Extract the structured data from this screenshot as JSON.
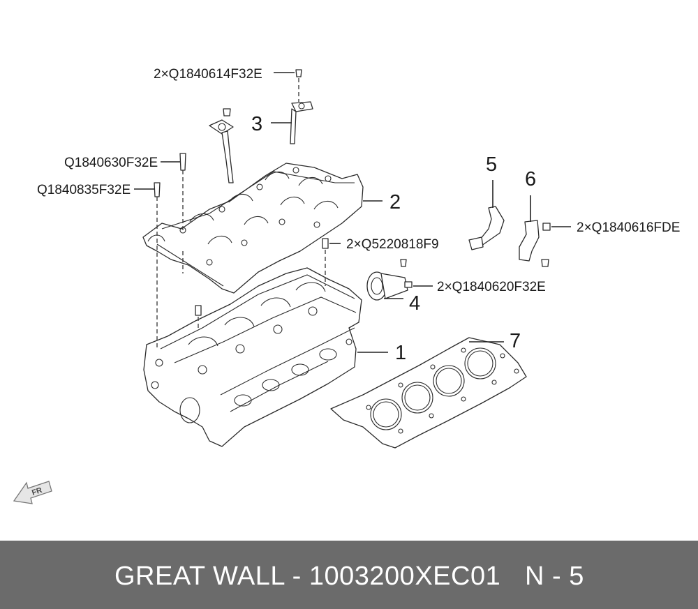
{
  "callouts": {
    "bolt_3": "2×Q1840614F32E",
    "bolt_2a": "Q1840630F32E",
    "bolt_2b": "Q1840835F32E",
    "dowel": "2×Q5220818F9",
    "bolt_6": "2×Q1840616FDE",
    "bolt_4": "2×Q1840620F32E"
  },
  "part_numbers": [
    "1",
    "2",
    "3",
    "4",
    "5",
    "6",
    "7"
  ],
  "direction_badge": "FR",
  "footer": {
    "title": "GREAT WALL - 1003200XEC01",
    "page": "N - 5"
  },
  "colors": {
    "footer_bg": "#6b6b6b",
    "footer_text": "#ffffff",
    "line_art": "#2a2a2a"
  }
}
